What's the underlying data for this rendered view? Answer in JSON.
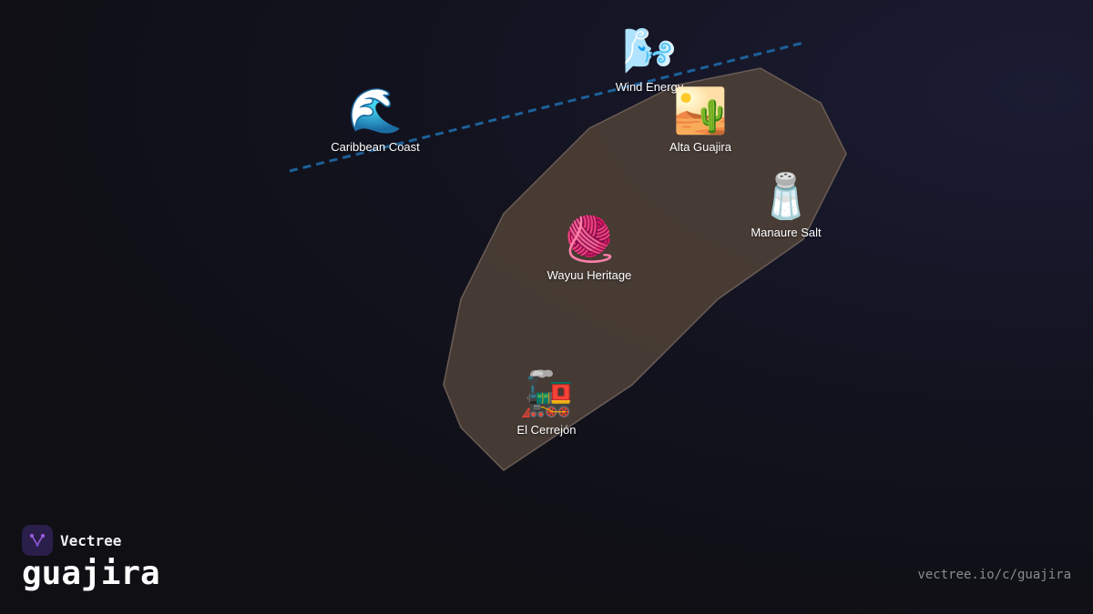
{
  "map": {
    "region_fill": "#4a3d36",
    "route_color": "#1f6fae",
    "markers": [
      {
        "id": "wind-energy",
        "label": "Wind Energy",
        "icon": "🌬️"
      },
      {
        "id": "caribbean-coast",
        "label": "Caribbean Coast",
        "icon": "🌊"
      },
      {
        "id": "alta-guajira",
        "label": "Alta Guajira",
        "icon": "🏜️"
      },
      {
        "id": "manaure-salt",
        "label": "Manaure Salt",
        "icon": "🧂"
      },
      {
        "id": "wayuu-heritage",
        "label": "Wayuu Heritage",
        "icon": "🧶"
      },
      {
        "id": "el-cerrejon",
        "label": "El Cerrejón",
        "icon": "🚂"
      }
    ]
  },
  "footer": {
    "brand": "Vectree",
    "title": "guajira",
    "url": "vectree.io/c/guajira",
    "accent": "#9b5de5"
  }
}
